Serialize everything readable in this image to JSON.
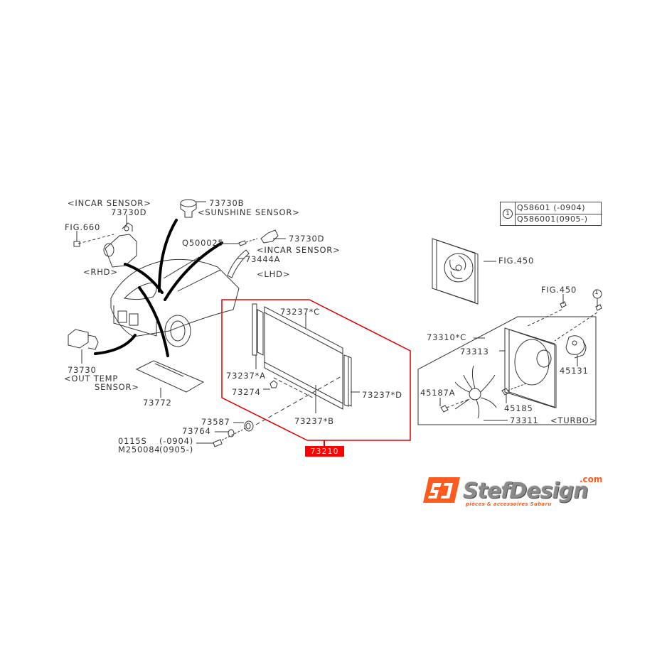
{
  "diagram": {
    "title_badge": "73210",
    "highlight_color": "#ff0000",
    "line_color": "#333333",
    "labels": {
      "incar_sensor_rhd_title": "<INCAR SENSOR>",
      "incar_sensor_rhd_part": "73730D",
      "fig660": "FIG.660",
      "rhd": "<RHD>",
      "sunshine_part": "73730B",
      "sunshine_title": "<SUNSHINE SENSOR>",
      "q500025": "Q500025",
      "incar_lhd_part": "73730D",
      "incar_lhd_title": "<INCAR SENSOR>",
      "hose_part": "73444A",
      "lhd": "<LHD>",
      "out_temp_part": "73730",
      "out_temp_title_1": "<OUT TEMP",
      "out_temp_title_2": "SENSOR>",
      "pad_part": "73772",
      "cond_c": "73237*C",
      "cond_a": "73237*A",
      "cond_d": "73237*D",
      "cond_b": "73237*B",
      "bracket_part": "73274",
      "bush_part": "73587",
      "collar_part": "73764",
      "bolt_1": "0115S",
      "bolt_1_range": "(-0904)",
      "bolt_2": "M250084",
      "bolt_2_range": "(0905-)",
      "fig450_top": "FIG.450",
      "fig450_small": "FIG.450",
      "circle_ref": "1",
      "fan_assy": "73310*C",
      "shroud": "73313",
      "motor": "45131",
      "nut": "45187A",
      "screw": "45185",
      "fan": "73311",
      "turbo": "<TURBO>"
    },
    "note_table": {
      "ref": "1",
      "rows": [
        {
          "part": "Q58601",
          "range": "(-0904)",
          "text": "Q58601 (-0904)"
        },
        {
          "part": "Q586001",
          "range": "(0905-)",
          "text": "Q586001(0905-)"
        }
      ]
    }
  },
  "logo": {
    "brand": "StefDesign",
    "domain": ".com",
    "tagline": "pièces & accessoires Subaru",
    "mark": "SD",
    "accent_color": "#ff5a1f",
    "text_color": "#8a8a8a"
  }
}
